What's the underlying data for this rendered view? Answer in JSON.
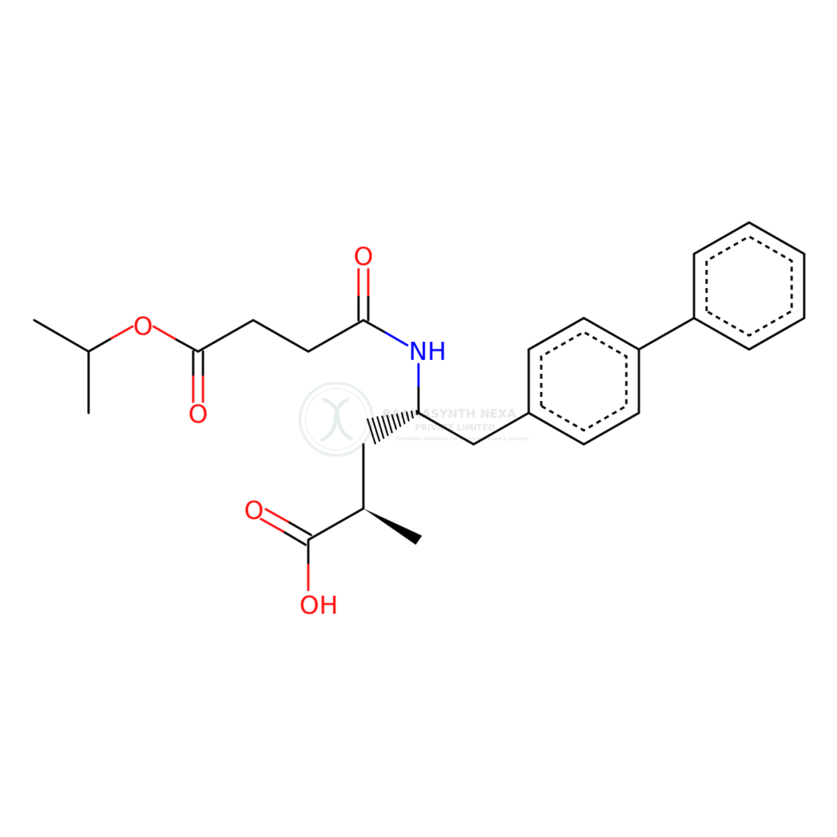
{
  "molecule": {
    "atoms": {
      "ester_o": "O",
      "ester_carbonyl_o": "O",
      "amide_o": "O",
      "amide_n": "NH",
      "acid_carbonyl_o": "O",
      "acid_oh": "OH"
    },
    "colors": {
      "bond": "#000000",
      "oxygen": "#ff0d0d",
      "nitrogen": "#0000ff"
    }
  },
  "watermark": {
    "name": "RAAMASYNTH NEXA",
    "line2": "PRIVATE LIMITED",
    "tagline": "Complete solutions for every molecule's journey"
  }
}
